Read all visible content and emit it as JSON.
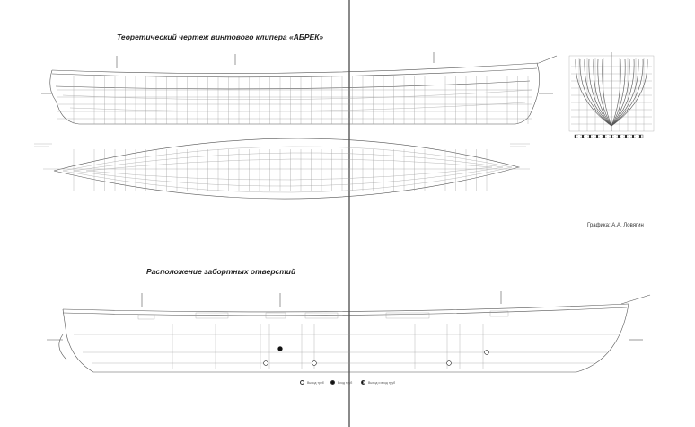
{
  "drawing_title": "Теоретический чертеж винтового клипера «АБРЕК»",
  "section_title": "Расположение забортных отверстий",
  "credit": "Графика: А.А. Ловягин",
  "legend": [
    {
      "symbol": "open",
      "label": "Выход труб"
    },
    {
      "symbol": "full",
      "label": "Вход труб"
    },
    {
      "symbol": "half",
      "label": "Выход и вход труб"
    }
  ],
  "colors": {
    "ink": "#555555",
    "fold": "#8a8a8a",
    "paper": "#ffffff"
  }
}
